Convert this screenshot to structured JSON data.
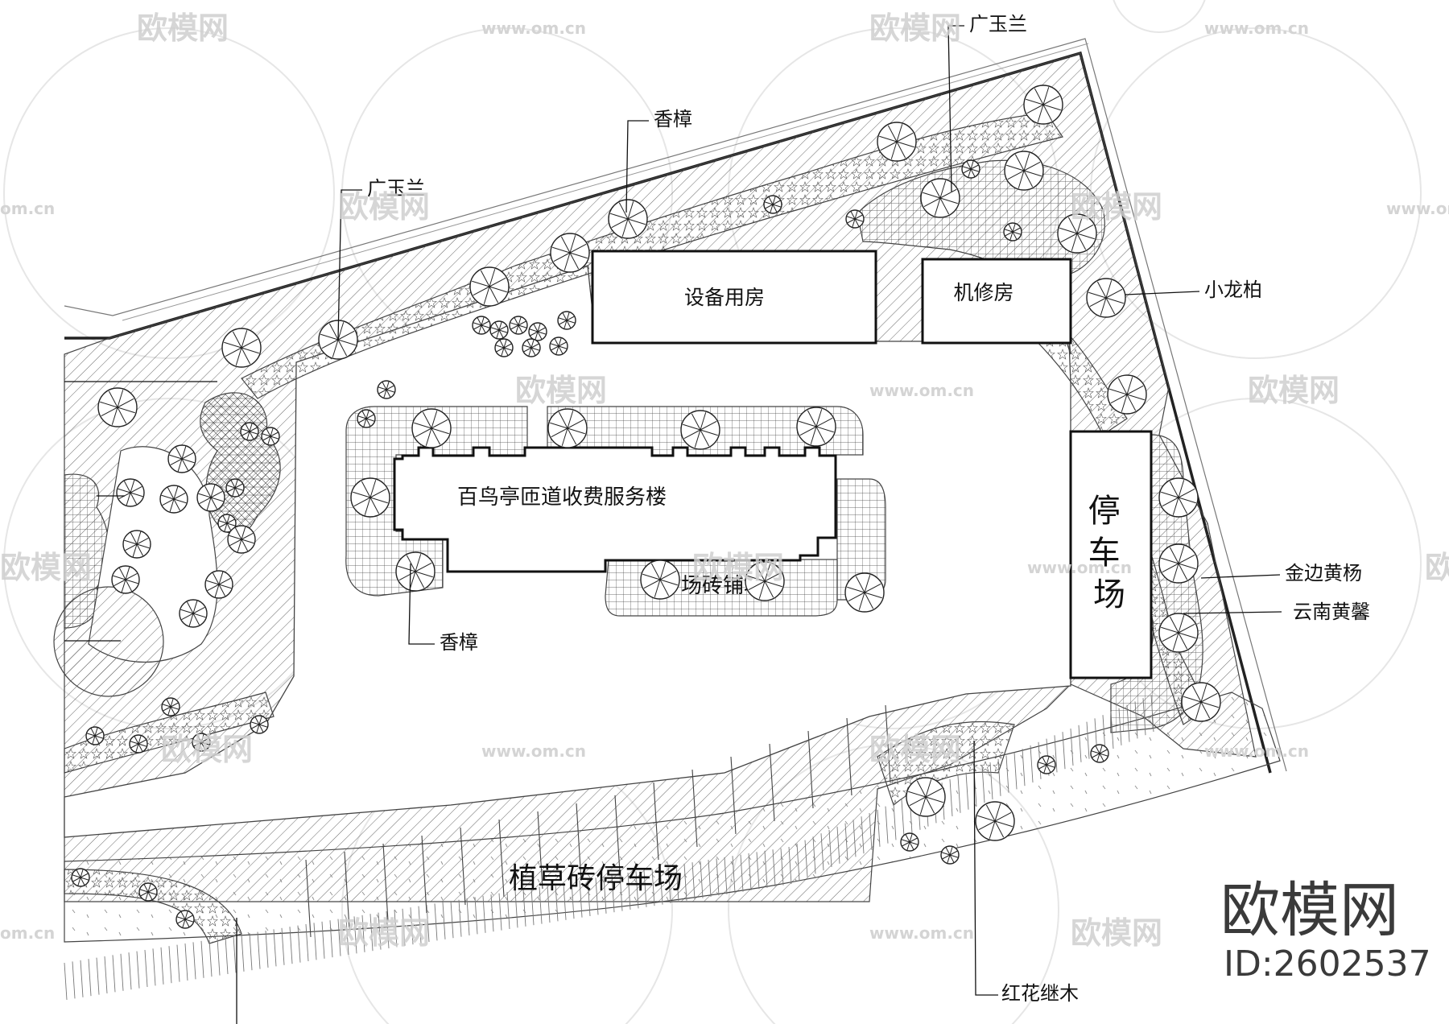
{
  "labels": {
    "equipment_room": "设备用房",
    "repair_room": "机修房",
    "service_building": "百鸟亭匝道收费服务楼",
    "parking": "停车场",
    "paving": "广场砖铺地",
    "grass_parking": "植草砖停车场"
  },
  "plants": {
    "guangyulan_top": "广玉兰",
    "guangyulan_left": "广玉兰",
    "xiangzhang_top": "香樟",
    "xiangzhang_bottom": "香樟",
    "xiaolongbai": "小龙柏",
    "jinbianhuangyang": "金边黄杨",
    "yunnanhuangxin": "云南黄馨",
    "honghuajimu": "红花继木"
  },
  "watermark": {
    "brand": "欧模网",
    "site": "www.om.cn",
    "site_short": "om.cn",
    "id": "ID:2602537"
  }
}
